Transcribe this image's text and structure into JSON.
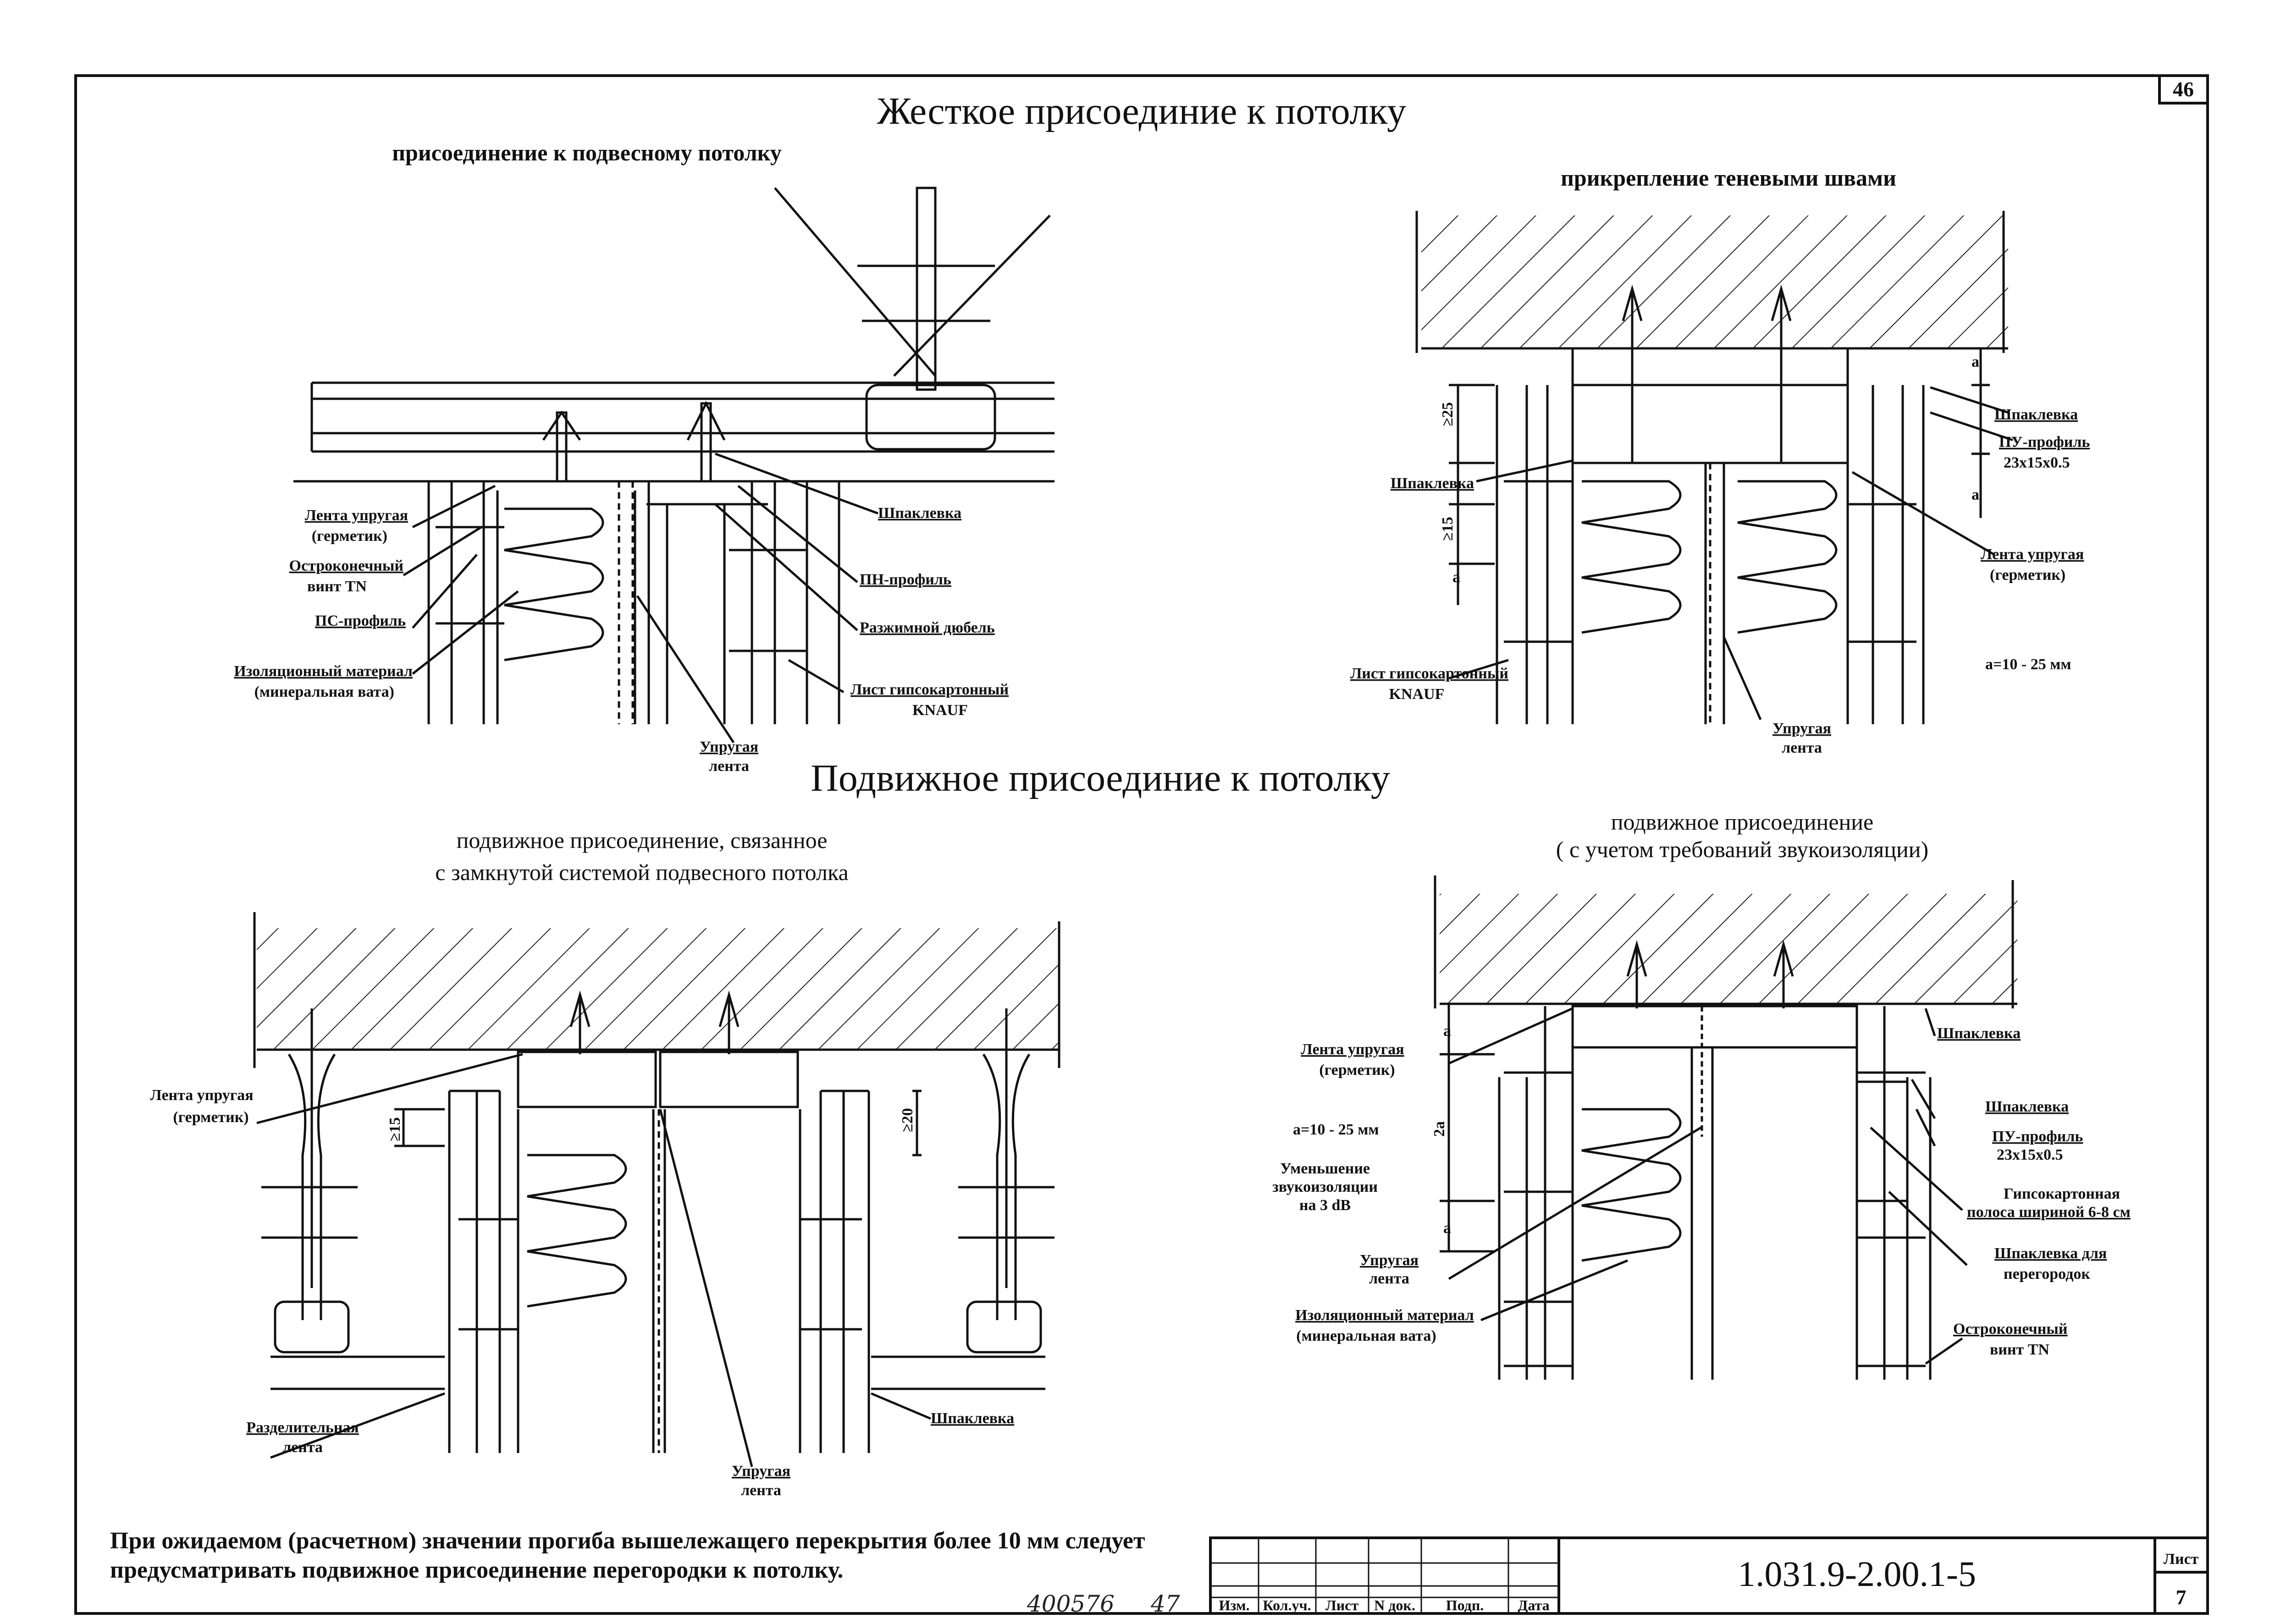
{
  "page_number": "46",
  "title_rigid": "Жесткое присоединие к потолку",
  "title_movable": "Подвижное присоединие к потолку",
  "sec1": {
    "title": "присоединение к подвесному потолку",
    "labels": {
      "tape_line1": "Лента упругая",
      "tape_line2": "(герметик)",
      "screw_line1": "Остроконечный",
      "screw_line2": "винт TN",
      "ps_profile": "ПС-профиль",
      "insul_line1": "Изоляционный материал",
      "insul_line2": "(минеральная вата)",
      "putty": "Шпаклевка",
      "pn_profile": "ПН-профиль",
      "dowel": "Разжимной дюбель",
      "gkl_line1": "Лист гипсокартонный",
      "gkl_line2": "KNAUF",
      "elastic_line1": "Упругая",
      "elastic_line2": "лента"
    }
  },
  "sec2": {
    "title": "прикрепление теневыми швами",
    "labels": {
      "putty_top": "Шпаклевка",
      "pu_line1": "ПУ-профиль",
      "pu_line2": "23x15x0.5",
      "putty_left": "Шпаклевка",
      "tape_line1": "Лента упругая",
      "tape_line2": "(герметик)",
      "gkl_line1": "Лист гипсокартонный",
      "gkl_line2": "KNAUF",
      "a_range": "a=10 - 25 мм",
      "elastic_line1": "Упругая",
      "elastic_line2": "лента",
      "dim_25": "≥25",
      "dim_15": "≥15",
      "dim_a1": "a",
      "dim_a2": "a",
      "dim_a3": "a"
    }
  },
  "sec3": {
    "title_line1": "подвижное присоединение, связанное",
    "title_line2": "с замкнутой системой подвесного потолка",
    "labels": {
      "tape_line1": "Лента упругая",
      "tape_line2": "(герметик)",
      "sep_line1": "Разделительная",
      "sep_line2": "лента",
      "putty": "Шпаклевка",
      "elastic_line1": "Упругая",
      "elastic_line2": "лента",
      "dim_15": "≥15",
      "dim_20": "≥20"
    }
  },
  "sec4": {
    "title_line1": "подвижное присоединение",
    "title_line2": "( с учетом требований звукоизоляции)",
    "labels": {
      "tape_line1": "Лента упругая",
      "tape_line2": "(герметик)",
      "a_range": "a=10 - 25 мм",
      "reduce_line1": "Уменьшение",
      "reduce_line2": "звукоизоляции",
      "reduce_line3": "на 3 dB",
      "elastic_line1": "Упругая",
      "elastic_line2": "лента",
      "insul_line1": "Изоляционный материал",
      "insul_line2": "(минеральная вата)",
      "putty_top": "Шпаклевка",
      "putty_mid": "Шпаклевка",
      "pu_line1": "ПУ-профиль",
      "pu_line2": "23x15x0.5",
      "gk_strip_line1": "Гипсокартонная",
      "gk_strip_line2": "полоса шириной 6-8 см",
      "putty_part_line1": "Шпаклевка для",
      "putty_part_line2": "перегородок",
      "screw_line1": "Остроконечный",
      "screw_line2": "винт TN",
      "dim_a1": "a",
      "dim_2a": "2a",
      "dim_a2": "a"
    }
  },
  "note_text": "При ожидаемом (расчетном) значении прогиба вышележащего перекрытия более 10 мм следует предусматривать подвижное присоединение перегородки к потолку.",
  "handwriting": {
    "code": "400576",
    "num": "47"
  },
  "title_block": {
    "columns": [
      "Изм.",
      "Кол.уч.",
      "Лист",
      "N док.",
      "Подп.",
      "Дата"
    ],
    "doc_code": "1.031.9-2.00.1-5",
    "sheet_label": "Лист",
    "sheet_no": "7"
  }
}
